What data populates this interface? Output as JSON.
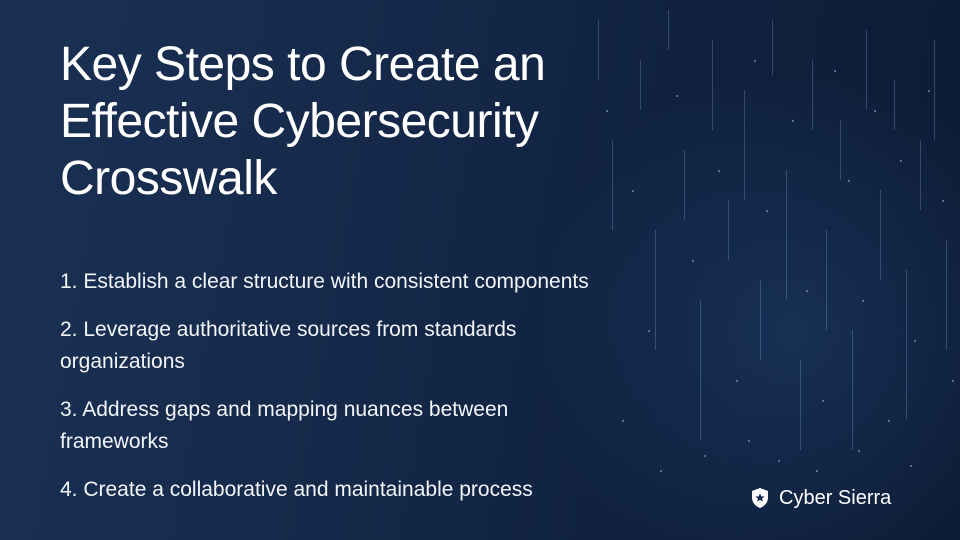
{
  "slide": {
    "title_lines": [
      "Key Steps to Create an",
      "Effective Cybersecurity",
      "Crosswalk"
    ],
    "steps": [
      {
        "lines": [
          "1. Establish a clear structure with consistent components"
        ]
      },
      {
        "lines": [
          "2. Leverage authoritative sources from standards",
          "organizations"
        ]
      },
      {
        "lines": [
          "3. Address gaps and mapping nuances between",
          "frameworks"
        ]
      },
      {
        "lines": [
          "4. Create a collaborative and maintainable process"
        ]
      }
    ],
    "brand": {
      "name": "Cyber Sierra",
      "icon": "shield-star-icon"
    },
    "colors": {
      "background": "#142a4a",
      "text": "#ffffff"
    }
  }
}
